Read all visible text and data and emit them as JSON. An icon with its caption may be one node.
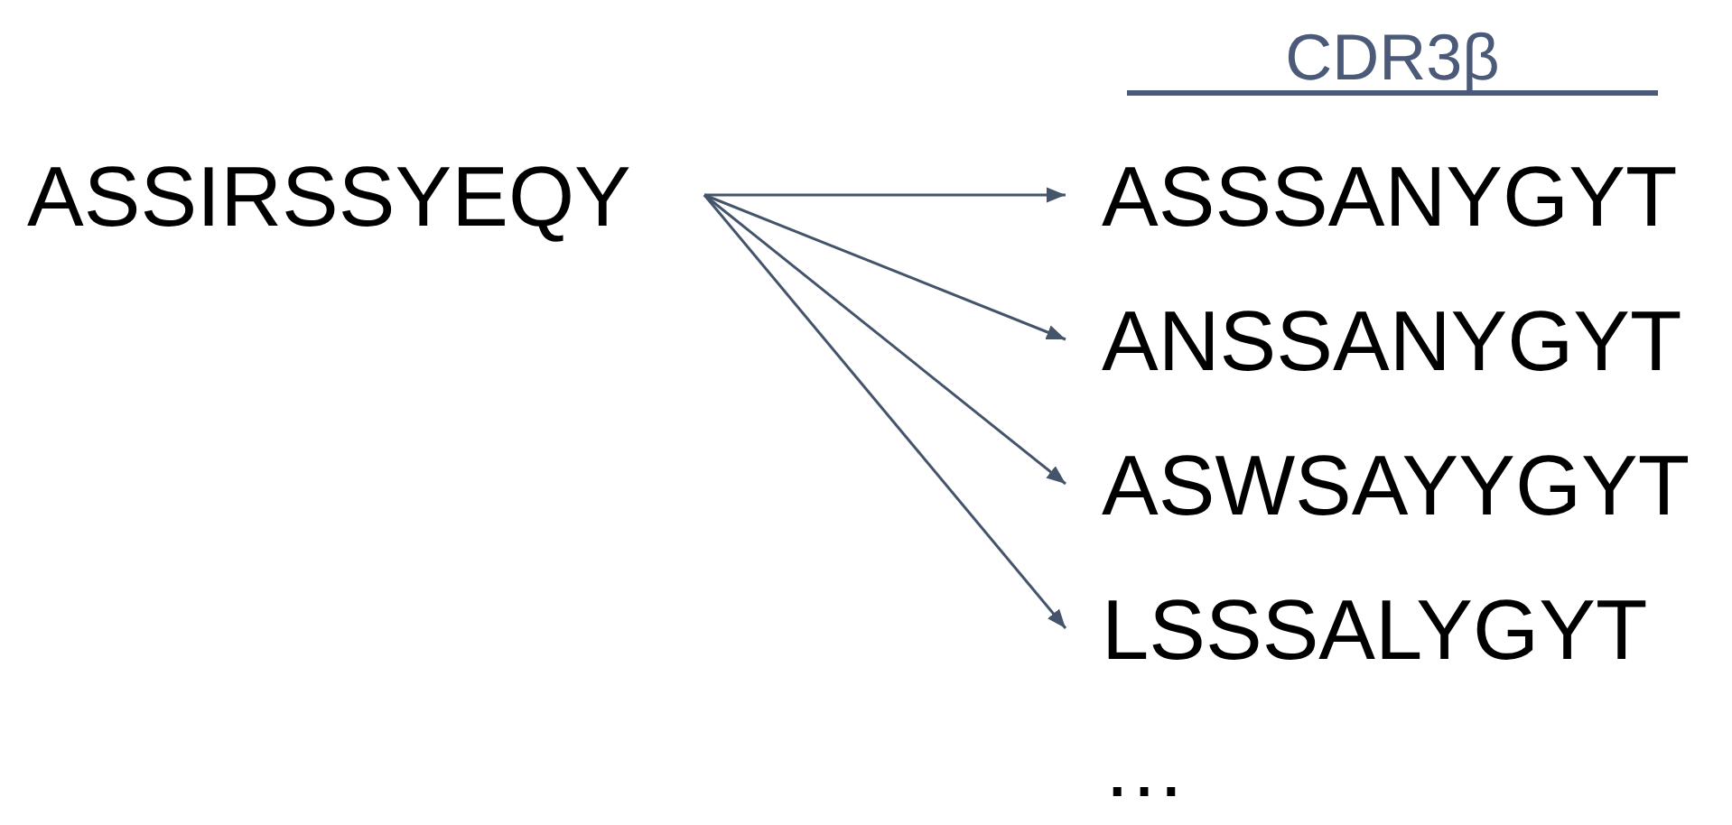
{
  "diagram": {
    "nodes": [
      {
        "text": [
          "ASSIRSSYEQY"
        ]
      },
      {
        "text": [
          "ASSSANYGYT"
        ]
      },
      {
        "text": [
          "ANSSANYGYT"
        ]
      },
      {
        "text": [
          "ASWSAYYGYT"
        ]
      },
      {
        "text": [
          "LSSSALYGYT"
        ]
      }
    ],
    "edges": [
      {
        "from": 0,
        "to": 1,
        "arrow": "to"
      },
      {
        "from": 0,
        "to": 2,
        "arrow": "to"
      },
      {
        "from": 0,
        "to": 3,
        "arrow": "to"
      },
      {
        "from": 0,
        "to": 4,
        "arrow": "to"
      }
    ],
    "labels": [
      "CDR3β",
      "…"
    ]
  }
}
